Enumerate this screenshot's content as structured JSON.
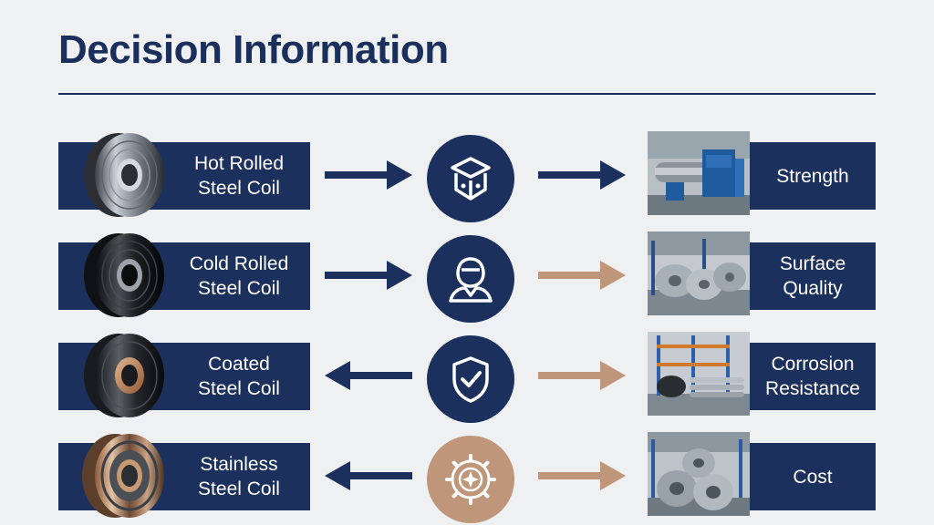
{
  "title": "Decision Information",
  "colors": {
    "navy": "#1c305d",
    "tan": "#bf9679",
    "background": "#eef0f1"
  },
  "rows": [
    {
      "product_line1": "Hot Rolled",
      "product_line2": "Steel Coil",
      "factor_line1": "Strength",
      "factor_line2": "",
      "icon": "package-icon",
      "icon_color": "navy",
      "arrow_in_direction": "right",
      "arrow_out_color": "navy",
      "photo": "machine-photo"
    },
    {
      "product_line1": "Cold Rolled",
      "product_line2": "Steel Coil",
      "factor_line1": "Surface Quality",
      "factor_line2": "",
      "icon": "worker-icon",
      "icon_color": "navy",
      "arrow_in_direction": "right",
      "arrow_out_color": "tan",
      "photo": "warehouse-coils-photo"
    },
    {
      "product_line1": "Coated",
      "product_line2": "Steel Coil",
      "factor_line1": "Corrosion",
      "factor_line2": "Resistance",
      "icon": "shield-check-icon",
      "icon_color": "navy",
      "arrow_in_direction": "left",
      "arrow_out_color": "tan",
      "photo": "warehouse-racks-photo"
    },
    {
      "product_line1": "Stainless",
      "product_line2": "Steel Coil",
      "factor_line1": "Cost",
      "factor_line2": "",
      "icon": "gear-icon",
      "icon_color": "tan",
      "arrow_in_direction": "left",
      "arrow_out_color": "tan",
      "photo": "coil-stack-photo"
    }
  ]
}
